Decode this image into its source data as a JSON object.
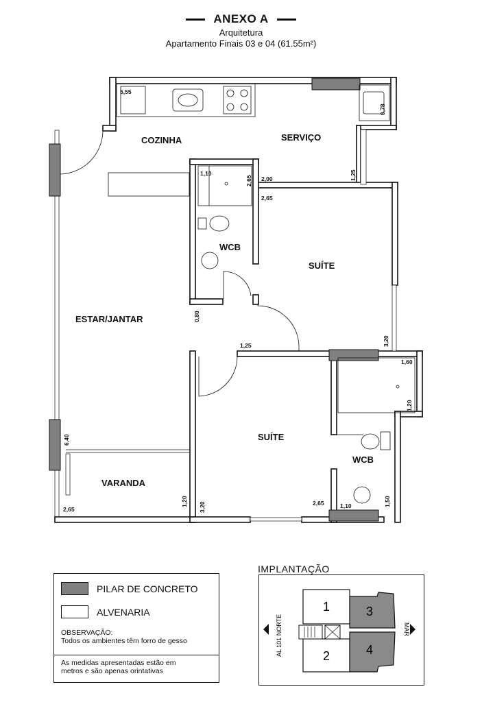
{
  "header": {
    "title": "ANEXO A",
    "subtitle": "Arquitetura",
    "subtitle2": "Apartamento Finais 03 e 04 (61.55m²)"
  },
  "rooms": {
    "cozinha": "COZINHA",
    "servico": "SERVIÇO",
    "wcb_top": "WCB",
    "suite_top": "SUÍTE",
    "estar": "ESTAR/JANTAR",
    "suite_bottom": "SUÍTE",
    "wcb_bottom": "WCB",
    "varanda": "VARANDA"
  },
  "dimensions": {
    "d555": "5,55",
    "d078": "0,78",
    "d110a": "1,10",
    "d265a": "2,65",
    "d200": "2,00",
    "d125a": "1,25",
    "d265b": "2,65",
    "d080": "0,80",
    "d125b": "1,25",
    "d320a": "3,20",
    "d160": "1,60",
    "d120a": "1,20",
    "d640": "6,40",
    "d120b": "1,20",
    "d320b": "3,20",
    "d265c": "2,65",
    "d110b": "1,10",
    "d150": "1,50",
    "d265d": "2,65"
  },
  "legend": {
    "pilar": "PILAR DE CONCRETO",
    "alvenaria": "ALVENARIA",
    "obs_title": "OBSERVAÇÃO:",
    "obs_text": "Todos os ambientes têm forro de gesso",
    "note_line1": "As medidas apresentadas estão em",
    "note_line2": "metros e são apenas orintativas"
  },
  "implantacao": {
    "title": "IMPLANTAÇÃO",
    "unit1": "1",
    "unit2": "2",
    "unit3": "3",
    "unit4": "4",
    "left_label": "AL 101 NORTE",
    "right_label": "MAR"
  },
  "colors": {
    "pillar": "#808080",
    "wall": "#ffffff",
    "line": "#111111"
  }
}
